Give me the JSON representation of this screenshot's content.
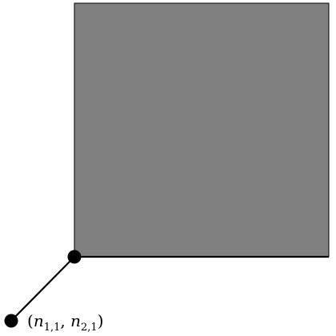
{
  "diagram": {
    "point_label": {
      "open": "(",
      "var1": "n",
      "sub1": "1,1",
      "comma": ",",
      "var2": "n",
      "sub2": "2,1",
      "close": ")"
    },
    "colors": {
      "region_fill": "#808080",
      "stroke": "#000000",
      "point": "#000000",
      "background": "#ffffff"
    }
  }
}
